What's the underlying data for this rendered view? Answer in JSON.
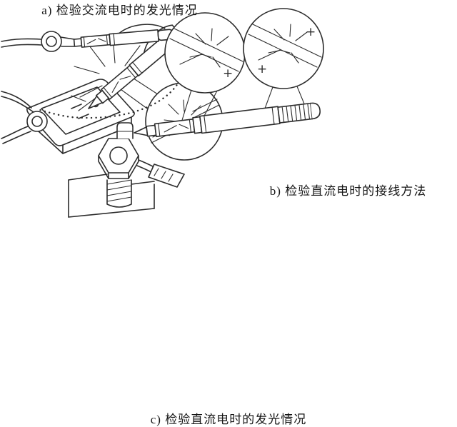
{
  "figure": {
    "captions": {
      "a": "a) 检验交流电时的发光情况",
      "b": "b) 检验直流电时的接线方法",
      "c": "c) 检验直流电时的发光情况"
    },
    "plus_mark": "+",
    "colors": {
      "ink": "#2b2b2b",
      "paper": "#ffffff"
    }
  }
}
